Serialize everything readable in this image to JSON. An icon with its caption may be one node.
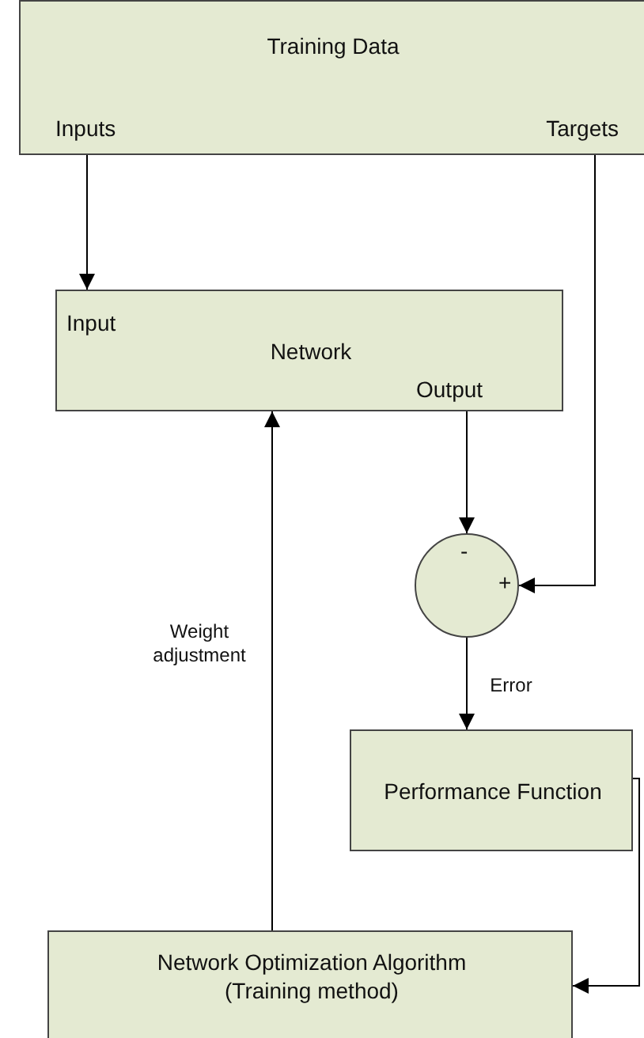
{
  "diagram": {
    "nodes": [
      {
        "text": [
          "Training Data",
          "Inputs",
          "Targets"
        ]
      },
      {
        "text": [
          "Input",
          "Network",
          "Output"
        ]
      },
      {
        "text": [
          "-",
          "+"
        ]
      },
      {
        "text": [
          "Performance Function"
        ]
      },
      {
        "text": [
          "Network Optimization Algorithm (Training method)"
        ]
      }
    ],
    "edges": [
      {
        "from": 0,
        "to": 1,
        "arrow": "to"
      },
      {
        "from": 0,
        "to": 2,
        "arrow": "to"
      },
      {
        "from": 1,
        "to": 2,
        "arrow": "to"
      },
      {
        "from": 2,
        "to": 3,
        "arrow": "to",
        "label": "Error"
      },
      {
        "from": 3,
        "to": 4,
        "arrow": "to"
      },
      {
        "from": 4,
        "to": 1,
        "arrow": "to",
        "label": "Weight adjustment"
      }
    ]
  }
}
